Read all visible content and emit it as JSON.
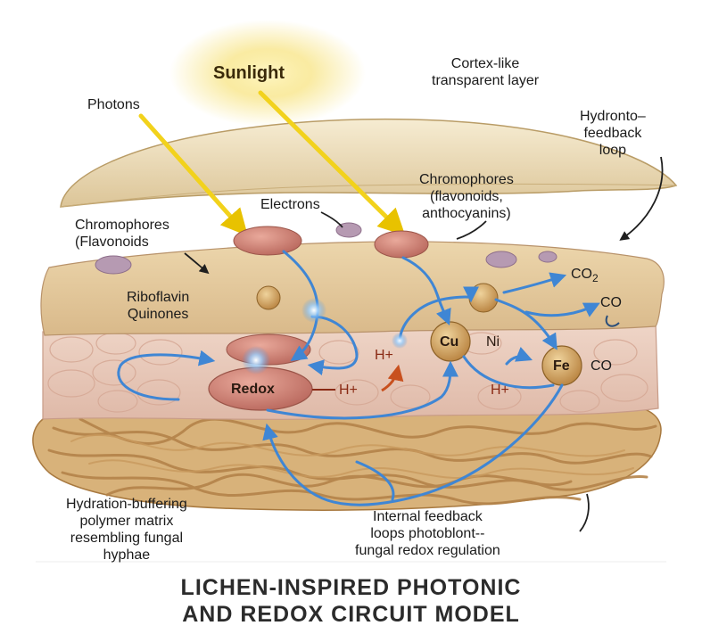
{
  "labels": {
    "sunlight": "Sunlight",
    "photons": "Photons",
    "cortex": [
      "Cortex-like",
      "transparent layer"
    ],
    "hydronto": [
      "Hydronto–",
      "feedback",
      "loop"
    ],
    "electrons": "Electrons",
    "chromophores_left": [
      "Chromophores",
      "(Flavonoids"
    ],
    "chromophores_right": [
      "Chromophores",
      "(flavonoids,",
      "anthocyanins)"
    ],
    "riboflavin": [
      "Riboflavin",
      "Quinones"
    ],
    "co2": "CO",
    "co2_sub": "2",
    "co": "CO",
    "cu": "Cu",
    "ni": "Ni",
    "fe": "Fe",
    "fe_co": "CO",
    "h_plus_1": "H+",
    "h_plus_2": "H+",
    "h_plus_3": "H+",
    "redox": "Redox",
    "hydration": [
      "Hydration-buffering",
      "polymer matrix",
      "resembling fungal",
      "hyphae"
    ],
    "internal": [
      "Internal feedback",
      "loops photoblont--",
      "fungal redox regulation"
    ]
  },
  "title": [
    "LICHEN-INSPIRED PHOTONIC",
    "AND REDOX CIRCUIT MODEL"
  ],
  "colors": {
    "cortex": "#ead9b3",
    "upper_layer": "#e3c89c",
    "cell_layer": "#e9cbbd",
    "hyphae": "#c49a60",
    "electron_flow": "#3f86d4",
    "proton": "#c8501e",
    "redox_cell": "#d4877a",
    "metal_node": "#c8964e",
    "sun_glow": "#f7e27a"
  }
}
